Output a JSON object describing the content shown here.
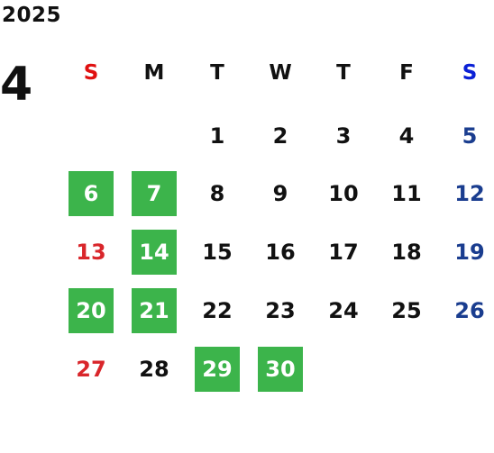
{
  "calendar": {
    "year": "2025",
    "month": "4",
    "weekdays": [
      "S",
      "M",
      "T",
      "W",
      "T",
      "F",
      "S"
    ],
    "colors": {
      "highlight": "#3cb44b",
      "sunday": "#d9262b",
      "saturday": "#1a3d8f",
      "sunday_header": "#e01010",
      "saturday_header": "#0a20d6"
    },
    "weeks": [
      [
        null,
        null,
        {
          "day": "1"
        },
        {
          "day": "2"
        },
        {
          "day": "3"
        },
        {
          "day": "4"
        },
        {
          "day": "5"
        }
      ],
      [
        {
          "day": "6",
          "highlighted": true
        },
        {
          "day": "7",
          "highlighted": true
        },
        {
          "day": "8"
        },
        {
          "day": "9"
        },
        {
          "day": "10"
        },
        {
          "day": "11"
        },
        {
          "day": "12"
        }
      ],
      [
        {
          "day": "13"
        },
        {
          "day": "14",
          "highlighted": true
        },
        {
          "day": "15"
        },
        {
          "day": "16"
        },
        {
          "day": "17"
        },
        {
          "day": "18"
        },
        {
          "day": "19"
        }
      ],
      [
        {
          "day": "20",
          "highlighted": true
        },
        {
          "day": "21",
          "highlighted": true
        },
        {
          "day": "22"
        },
        {
          "day": "23"
        },
        {
          "day": "24"
        },
        {
          "day": "25"
        },
        {
          "day": "26"
        }
      ],
      [
        {
          "day": "27"
        },
        {
          "day": "28"
        },
        {
          "day": "29",
          "highlighted": true
        },
        {
          "day": "30",
          "highlighted": true
        },
        null,
        null,
        null
      ]
    ]
  }
}
